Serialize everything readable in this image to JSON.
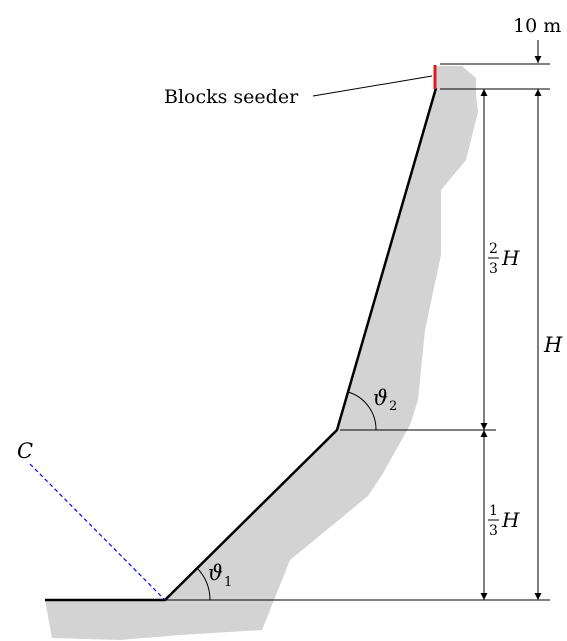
{
  "labels": {
    "seeder": "Blocks seeder",
    "top_offset": "10 m",
    "H": "H",
    "two_thirds_num": "2",
    "two_thirds_den": "3",
    "one_third_num": "1",
    "one_third_den": "3",
    "theta2": "ϑ",
    "theta2_sub": "2",
    "theta1": "ϑ",
    "theta1_sub": "1",
    "C": "C"
  },
  "colors": {
    "terrain": "#d3d3d3",
    "slope_line": "#000000",
    "seeder": "#e01b24",
    "C_line": "#0000ff"
  }
}
